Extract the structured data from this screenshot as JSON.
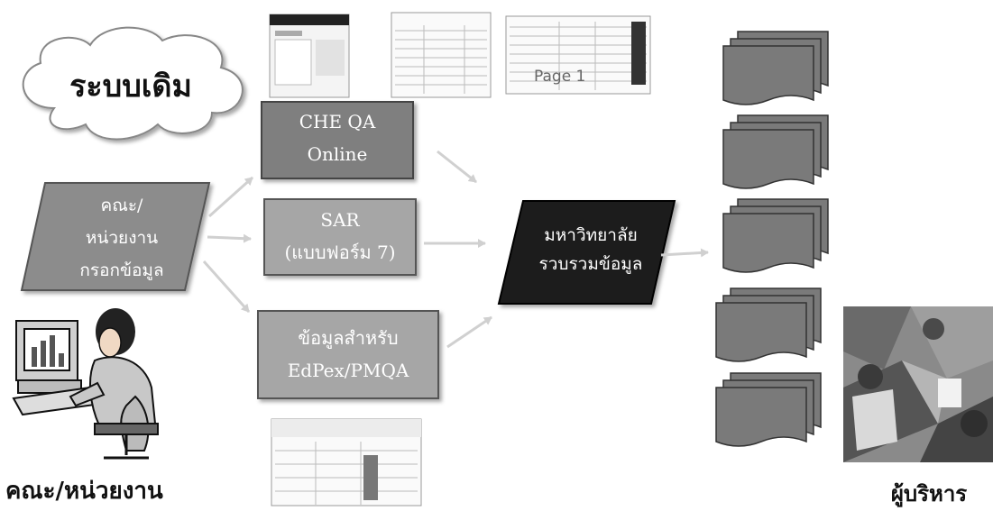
{
  "cloud": {
    "label": "ระบบเดิม"
  },
  "faculty_input": {
    "lines": [
      "คณะ/",
      "หน่วยงาน",
      "กรอกข้อมูล"
    ]
  },
  "boxes": [
    {
      "id": "che",
      "lines": [
        "CHE QA",
        "Online"
      ]
    },
    {
      "id": "sar",
      "lines": [
        "SAR",
        "(แบบฟอร์ม 7)"
      ]
    },
    {
      "id": "edpex",
      "lines": [
        "ข้อมูลสำหรับ",
        "EdPex/PMQA"
      ]
    }
  ],
  "university": {
    "lines": [
      "มหาวิทยาลัย",
      "รวบรวมข้อมูล"
    ]
  },
  "thumbnail_text": "Page 1",
  "labels": {
    "faculty": "คณะ/หน่วยงาน",
    "executive": "ผู้บริหาร"
  },
  "colors": {
    "che_box": "#7f7f7f",
    "sar_box": "#a6a6a6",
    "edpex_box": "#a6a6a6",
    "faculty_box": "#8c8c8c",
    "university_box": "#1a1a1a",
    "document": "#7a7a7a",
    "arrow": "#d0d0d0"
  }
}
